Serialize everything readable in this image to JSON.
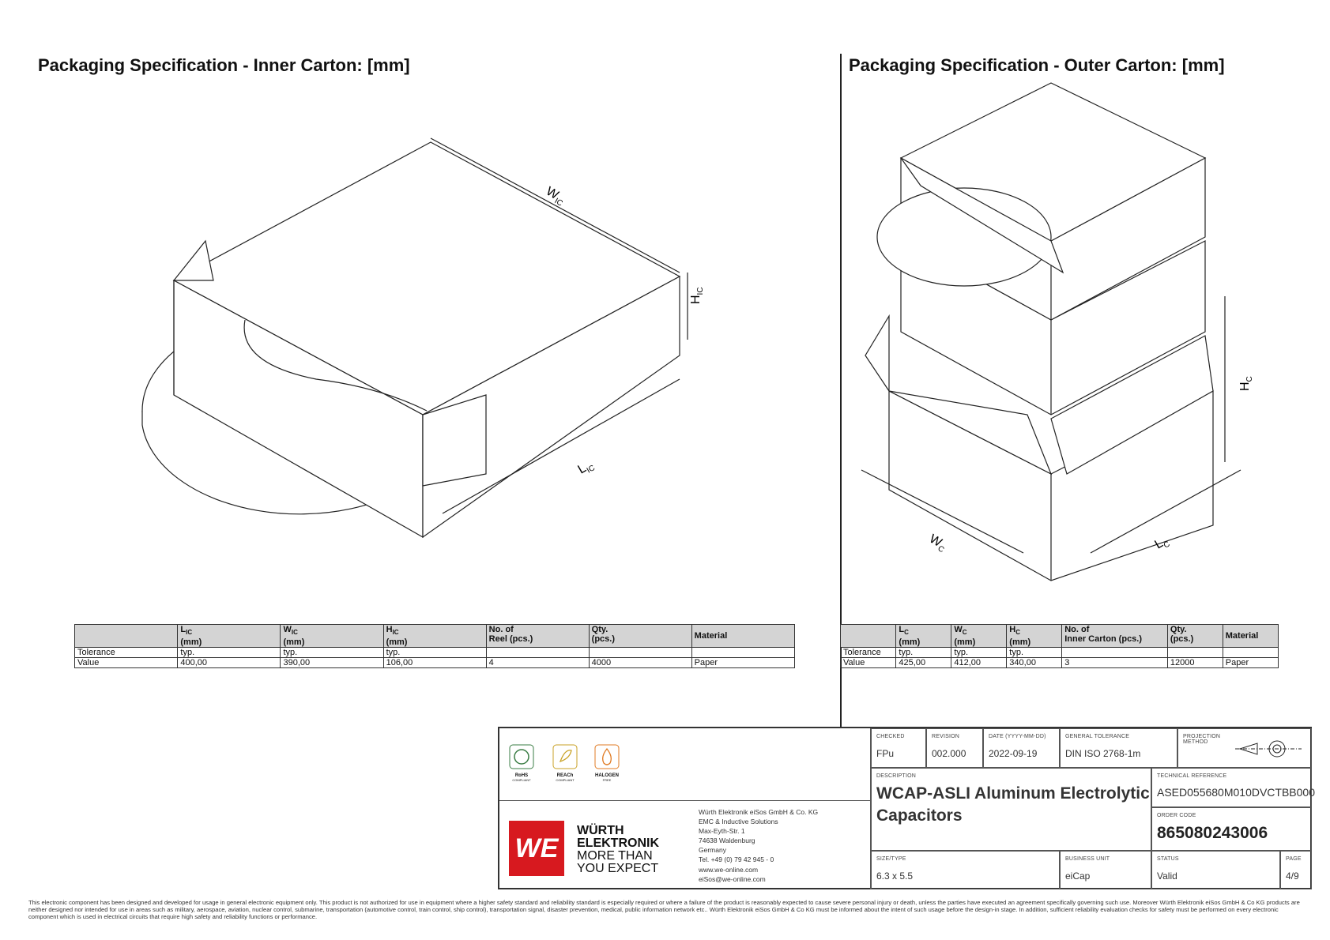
{
  "titles": {
    "inner": "Packaging Specification - Inner Carton: [mm]",
    "outer": "Packaging Specification - Outer Carton: [mm]"
  },
  "inner_drawing_labels": {
    "w": "W",
    "w_sub": "IC",
    "h": "H",
    "h_sub": "IC",
    "l": "L",
    "l_sub": "IC"
  },
  "outer_drawing_labels": {
    "w": "W",
    "w_sub": "C",
    "h": "H",
    "h_sub": "C",
    "l": "L",
    "l_sub": "C"
  },
  "inner_table": {
    "headers": [
      {
        "main": "L",
        "sub": "IC",
        "unit": "(mm)"
      },
      {
        "main": "W",
        "sub": "IC",
        "unit": "(mm)"
      },
      {
        "main": "H",
        "sub": "IC",
        "unit": "(mm)"
      },
      {
        "line1": "No. of",
        "line2": "Reel (pcs.)"
      },
      {
        "line1": "Qty.",
        "line2": "(pcs.)"
      },
      {
        "line1": "Material"
      }
    ],
    "rows": [
      {
        "label": "Tolerance",
        "cells": [
          "typ.",
          "typ.",
          "typ.",
          "",
          "",
          ""
        ]
      },
      {
        "label": "Value",
        "cells": [
          "400,00",
          "390,00",
          "106,00",
          "4",
          "4000",
          "Paper"
        ]
      }
    ]
  },
  "outer_table": {
    "headers": [
      {
        "main": "L",
        "sub": "C",
        "unit": "(mm)"
      },
      {
        "main": "W",
        "sub": "C",
        "unit": "(mm)"
      },
      {
        "main": "H",
        "sub": "C",
        "unit": "(mm)"
      },
      {
        "line1": "No. of",
        "line2": "Inner Carton (pcs.)"
      },
      {
        "line1": "Qty.",
        "line2": "(pcs.)"
      },
      {
        "line1": "Material"
      }
    ],
    "rows": [
      {
        "label": "Tolerance",
        "cells": [
          "typ.",
          "typ.",
          "typ.",
          "",
          "",
          ""
        ]
      },
      {
        "label": "Value",
        "cells": [
          "425,00",
          "412,00",
          "340,00",
          "3",
          "12000",
          "Paper"
        ]
      }
    ]
  },
  "titleblock": {
    "badges": [
      {
        "icon": "rohs-icon",
        "line1": "RoHS",
        "line2": "COMPLIANT"
      },
      {
        "icon": "reach-icon",
        "line1": "REACh",
        "line2": "COMPLIANT"
      },
      {
        "icon": "halogen-free-icon",
        "line1": "HALOGEN",
        "line2": "FREE"
      }
    ],
    "logo": {
      "mark": "WE",
      "line1": "WÜRTH",
      "line2": "ELEKTRONIK",
      "line3": "MORE THAN",
      "line4": "YOU EXPECT"
    },
    "address": [
      "Würth Elektronik eiSos GmbH & Co. KG",
      "EMC & Inductive Solutions",
      "Max-Eyth-Str. 1",
      "74638 Waldenburg",
      "Germany",
      "Tel. +49 (0) 79 42 945 - 0",
      "www.we-online.com",
      "eiSos@we-online.com"
    ],
    "checked_label": "CHECKED",
    "checked": "FPu",
    "revision_label": "REVISION",
    "revision": "002.000",
    "date_label": "DATE (YYYY-MM-DD)",
    "date": "2022-09-19",
    "tolerance_label": "GENERAL TOLERANCE",
    "tolerance": "DIN ISO 2768-1m",
    "projection_label": "PROJECTION METHOD",
    "description_label": "DESCRIPTION",
    "description_line1": "WCAP-ASLI Aluminum Electrolytic",
    "description_line2": "Capacitors",
    "techref_label": "TECHNICAL REFERENCE",
    "techref": "ASED055680M010DVCTBB000",
    "ordercode_label": "ORDER CODE",
    "ordercode": "865080243006",
    "size_label": "SIZE/TYPE",
    "size": "6.3 x 5.5",
    "unit_label": "BUSINESS UNIT",
    "unit": "eiCap",
    "status_label": "STATUS",
    "status": "Valid",
    "page_label": "PAGE",
    "page": "4/9"
  },
  "disclaimer": "This electronic component has been designed and developed for usage in general electronic equipment only. This product is not authorized for use in equipment where a higher safety standard and reliability standard is especially required or where a failure of the product is reasonably expected to cause severe personal injury or death, unless the parties have executed an agreement specifically governing such use. Moreover Würth Elektronik eiSos GmbH & Co KG products are neither designed nor intended for use in areas such as military, aerospace, aviation, nuclear control, submarine, transportation (automotive control, train control, ship control), transportation signal, disaster prevention, medical, public information network etc.. Würth Elektronik eiSos GmbH & Co KG must be informed about the intent of such usage before the design-in stage. In addition, sufficient reliability evaluation checks for safety must be performed on every electronic component which is used in electrical circuits that require high safety and reliability functions or performance."
}
